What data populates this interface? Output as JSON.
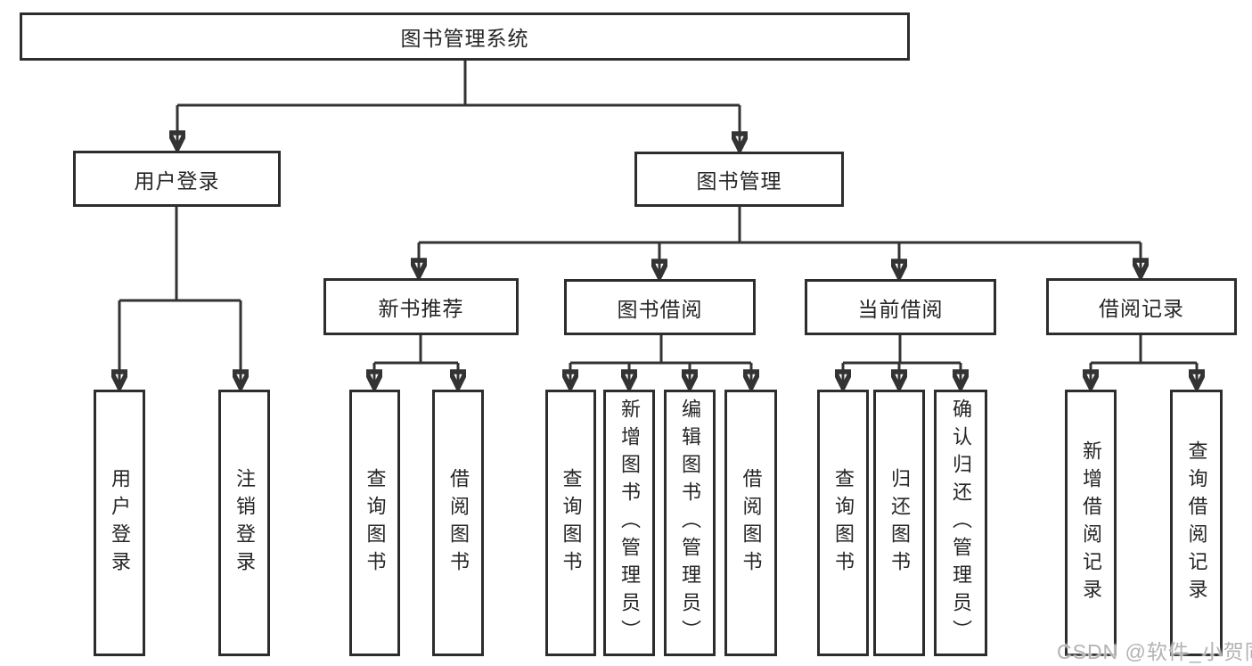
{
  "tree": {
    "label": "图书管理系统",
    "children": [
      {
        "label": "用户登录",
        "children": [
          {
            "label": "用户登录"
          },
          {
            "label": "注销登录"
          }
        ]
      },
      {
        "label": "图书管理",
        "children": [
          {
            "label": "新书推荐",
            "children": [
              {
                "label": "查询图书"
              },
              {
                "label": "借阅图书"
              }
            ]
          },
          {
            "label": "图书借阅",
            "children": [
              {
                "label": "查询图书"
              },
              {
                "label": "新增图书（管理员）"
              },
              {
                "label": "编辑图书（管理员）"
              },
              {
                "label": "借阅图书"
              }
            ]
          },
          {
            "label": "当前借阅",
            "children": [
              {
                "label": "查询图书"
              },
              {
                "label": "归还图书"
              },
              {
                "label": "确认归还（管理员）"
              }
            ]
          },
          {
            "label": "借阅记录",
            "children": [
              {
                "label": "新增借阅记录"
              },
              {
                "label": "查询借阅记录"
              }
            ]
          }
        ]
      }
    ]
  },
  "watermark": "CSDN @软件_小贺同学",
  "colors": {
    "line": "#333333",
    "box_border": "#2d2d2d",
    "text": "#262626",
    "watermark": "#b3b3b3",
    "background": "#ffffff"
  }
}
